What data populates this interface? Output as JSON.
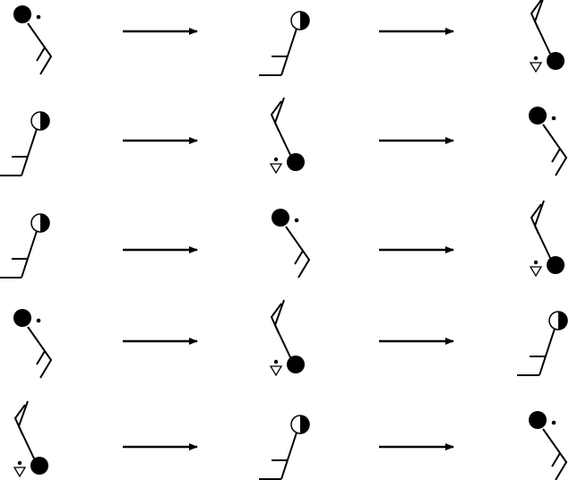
{
  "diagram": {
    "description_type": "weather station model transitions",
    "symbol_types": {
      "A": "overcast-rain-drizzle-station",
      "B": "half-cloud-cover-station",
      "C": "overcast-rain-shower-station"
    },
    "rows": [
      [
        "A",
        "B",
        "C"
      ],
      [
        "B",
        "C",
        "A"
      ],
      [
        "B",
        "A",
        "C"
      ],
      [
        "A",
        "C",
        "B"
      ],
      [
        "C",
        "B",
        "A"
      ]
    ],
    "colors": {
      "ink": "#000000",
      "background": "#ffffff"
    }
  }
}
